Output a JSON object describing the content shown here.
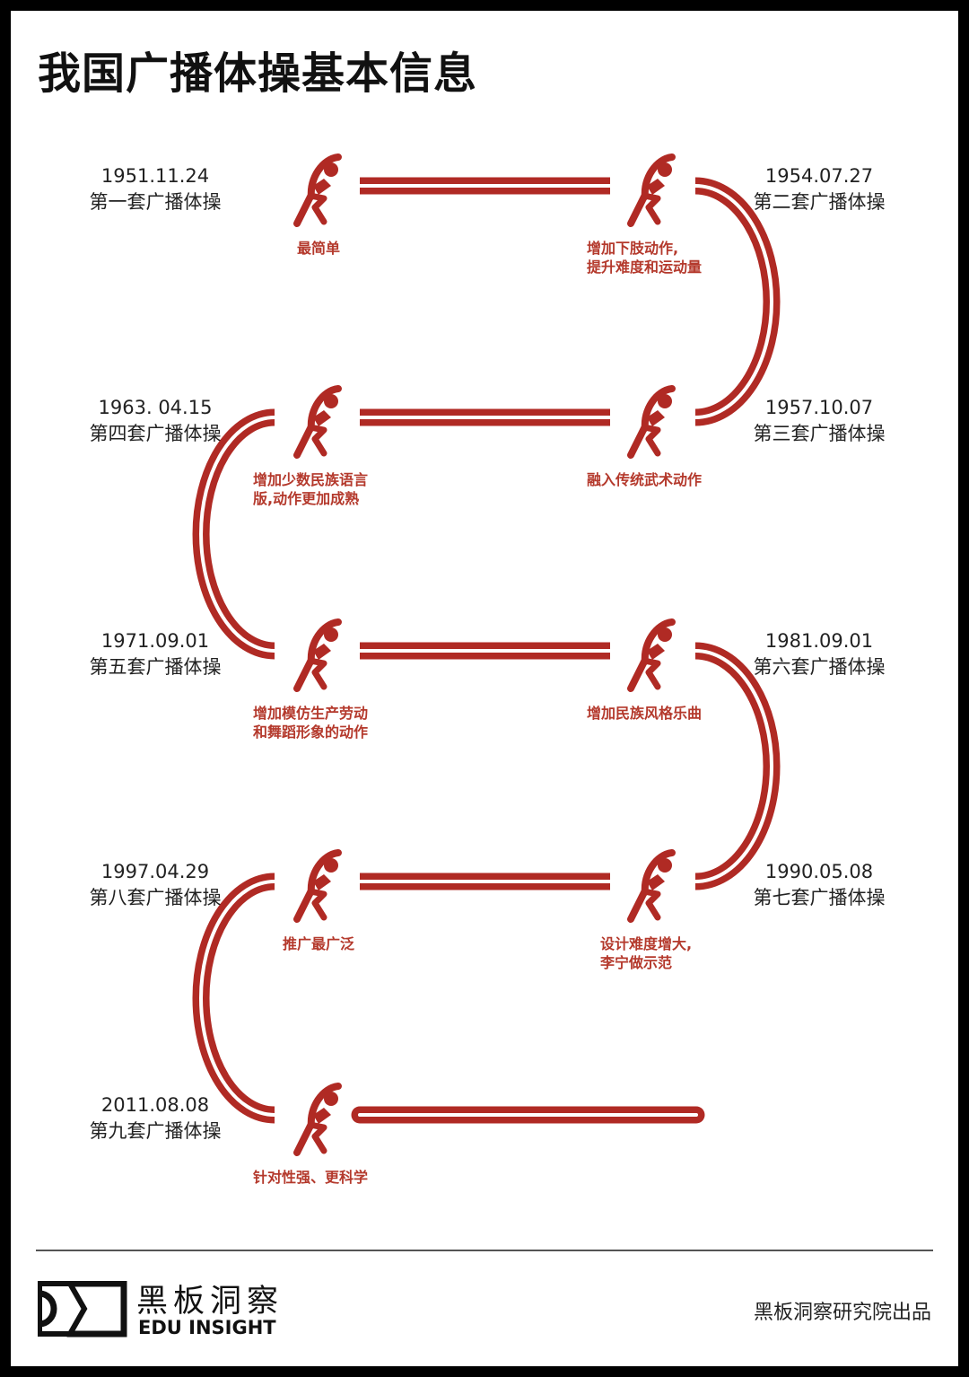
{
  "title": "我国广播体操基本信息",
  "accent_color": "#b02a24",
  "milestones": [
    {
      "date": "1951.11.24",
      "name": "第一套广播体操",
      "desc": [
        "最简单"
      ]
    },
    {
      "date": "1954.07.27",
      "name": "第二套广播体操",
      "desc": [
        "增加下肢动作,",
        "提升难度和运动量"
      ]
    },
    {
      "date": "1957.10.07",
      "name": "第三套广播体操",
      "desc": [
        "融入传统武术动作"
      ]
    },
    {
      "date": "1963. 04.15",
      "name": "第四套广播体操",
      "desc": [
        "增加少数民族语言",
        "版,动作更加成熟"
      ]
    },
    {
      "date": "1971.09.01",
      "name": "第五套广播体操",
      "desc": [
        "增加模仿生产劳动",
        "和舞蹈形象的动作"
      ]
    },
    {
      "date": "1981.09.01",
      "name": "第六套广播体操",
      "desc": [
        "增加民族风格乐曲"
      ]
    },
    {
      "date": "1990.05.08",
      "name": "第七套广播体操",
      "desc": [
        "设计难度增大,",
        "李宁做示范"
      ]
    },
    {
      "date": "1997.04.29",
      "name": "第八套广播体操",
      "desc": [
        "推广最广泛"
      ]
    },
    {
      "date": "2011.08.08",
      "name": "第九套广播体操",
      "desc": [
        "针对性强、更科学"
      ]
    }
  ],
  "footer": {
    "logo_cn": "黑板洞察",
    "logo_en": "EDU INSIGHT",
    "credit": "黑板洞察研究院出品"
  }
}
